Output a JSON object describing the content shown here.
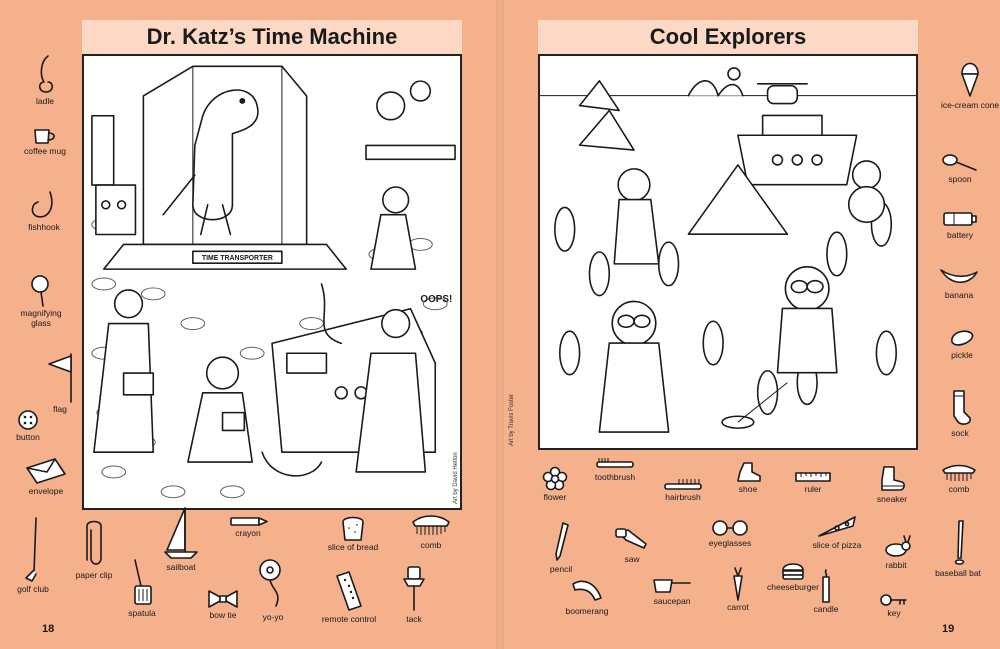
{
  "left_page": {
    "title": "Dr. Katz’s Time Machine",
    "page_number": "18",
    "credit": "Art by David Helton",
    "scene_text": {
      "machine_label": "TIME TRANSPORTER",
      "exclaim": "OOPS!"
    },
    "items": [
      {
        "label": "ladle",
        "icon": "ladle-icon"
      },
      {
        "label": "coffee mug",
        "icon": "coffee-mug-icon"
      },
      {
        "label": "fishhook",
        "icon": "fishhook-icon"
      },
      {
        "label": "magnifying glass",
        "icon": "magnifying-glass-icon"
      },
      {
        "label": "flag",
        "icon": "flag-icon"
      },
      {
        "label": "button",
        "icon": "button-icon"
      },
      {
        "label": "envelope",
        "icon": "envelope-icon"
      },
      {
        "label": "golf club",
        "icon": "golf-club-icon"
      },
      {
        "label": "paper clip",
        "icon": "paper-clip-icon"
      },
      {
        "label": "spatula",
        "icon": "spatula-icon"
      },
      {
        "label": "sailboat",
        "icon": "sailboat-icon"
      },
      {
        "label": "crayon",
        "icon": "crayon-icon"
      },
      {
        "label": "bow tie",
        "icon": "bow-tie-icon"
      },
      {
        "label": "yo-yo",
        "icon": "yo-yo-icon"
      },
      {
        "label": "slice of bread",
        "icon": "bread-icon"
      },
      {
        "label": "remote control",
        "icon": "remote-control-icon"
      },
      {
        "label": "comb",
        "icon": "comb-icon"
      },
      {
        "label": "tack",
        "icon": "tack-icon"
      }
    ]
  },
  "right_page": {
    "title": "Cool Explorers",
    "page_number": "19",
    "credit": "Art by Travis Foster",
    "items": [
      {
        "label": "ice-cream cone",
        "icon": "ice-cream-cone-icon"
      },
      {
        "label": "spoon",
        "icon": "spoon-icon"
      },
      {
        "label": "battery",
        "icon": "battery-icon"
      },
      {
        "label": "banana",
        "icon": "banana-icon"
      },
      {
        "label": "pickle",
        "icon": "pickle-icon"
      },
      {
        "label": "sock",
        "icon": "sock-icon"
      },
      {
        "label": "flower",
        "icon": "flower-icon"
      },
      {
        "label": "toothbrush",
        "icon": "toothbrush-icon"
      },
      {
        "label": "hairbrush",
        "icon": "hairbrush-icon"
      },
      {
        "label": "shoe",
        "icon": "shoe-icon"
      },
      {
        "label": "ruler",
        "icon": "ruler-icon"
      },
      {
        "label": "sneaker",
        "icon": "sneaker-icon"
      },
      {
        "label": "comb",
        "icon": "comb-icon"
      },
      {
        "label": "pencil",
        "icon": "pencil-icon"
      },
      {
        "label": "saw",
        "icon": "saw-icon"
      },
      {
        "label": "eyeglasses",
        "icon": "eyeglasses-icon"
      },
      {
        "label": "slice of pizza",
        "icon": "pizza-icon"
      },
      {
        "label": "rabbit",
        "icon": "rabbit-icon"
      },
      {
        "label": "baseball bat",
        "icon": "baseball-bat-icon"
      },
      {
        "label": "boomerang",
        "icon": "boomerang-icon"
      },
      {
        "label": "saucepan",
        "icon": "saucepan-icon"
      },
      {
        "label": "carrot",
        "icon": "carrot-icon"
      },
      {
        "label": "cheeseburger",
        "icon": "cheeseburger-icon"
      },
      {
        "label": "candle",
        "icon": "candle-icon"
      },
      {
        "label": "key",
        "icon": "key-icon"
      }
    ]
  },
  "colors": {
    "background": "#f5b08c",
    "title_band": "#fbd9c5",
    "ink": "#1a1a1a"
  }
}
